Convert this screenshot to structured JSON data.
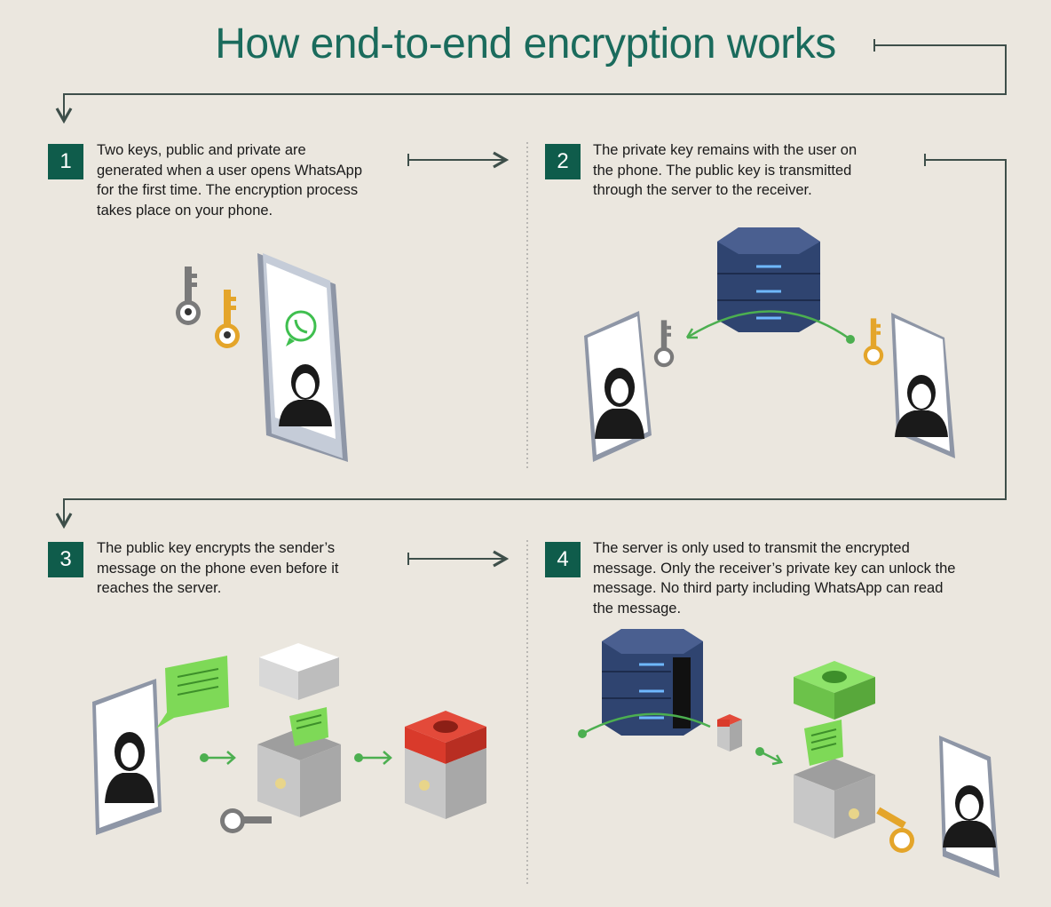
{
  "title": "How end-to-end encryption works",
  "steps": [
    {
      "number": "1",
      "text": "Two keys, public and private are\ngenerated when a user opens WhatsApp\nfor the first time. The encryption process\ntakes place on your phone."
    },
    {
      "number": "2",
      "text": "The private key remains with the user on\nthe phone. The public key is transmitted\nthrough the server to the receiver."
    },
    {
      "number": "3",
      "text": "The public key encrypts the sender’s\nmessage on the phone even before it\nreaches the server."
    },
    {
      "number": "4",
      "text": "The server is only used to transmit the encrypted\nmessage. Only the receiver’s private key can unlock the\nmessage. No third party including WhatsApp can read\nthe message."
    }
  ],
  "colors": {
    "background": "#ebe7df",
    "title": "#1a6b5c",
    "badge": "#0f5c4b",
    "connector": "#3e4f4a",
    "arrow_green": "#4caf50",
    "public_key": "#e4a52a",
    "private_key": "#6e6e6e",
    "server": "#2f4470",
    "lock_red": "#d93a2b",
    "bubble_green": "#7ed957"
  }
}
